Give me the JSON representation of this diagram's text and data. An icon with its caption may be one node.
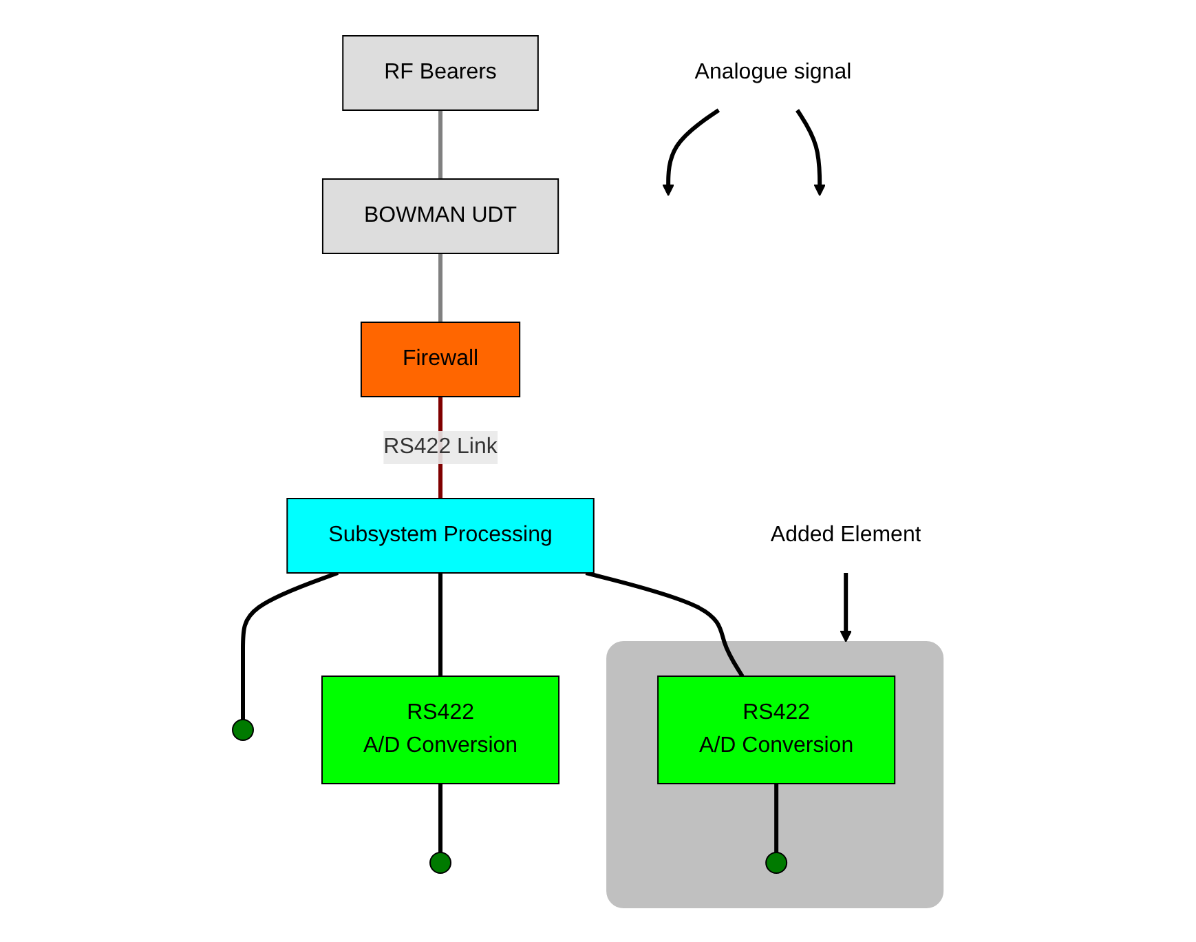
{
  "diagram": {
    "nodes": [
      {
        "text": [
          "RF Bearers"
        ]
      },
      {
        "text": [
          "BOWMAN UDT"
        ]
      },
      {
        "text": [
          "Firewall"
        ]
      },
      {
        "text": [
          "Subsystem Processing"
        ]
      },
      {
        "text": [],
        "shape": "circle"
      },
      {
        "text": [
          "RS422",
          "A/D Conversion"
        ]
      },
      {
        "text": [],
        "shape": "circle"
      },
      {
        "text": [],
        "shape": "box"
      },
      {
        "text": [
          "RS422",
          "A/D Conversion"
        ],
        "in": 7
      },
      {
        "text": [],
        "shape": "circle",
        "in": 7
      },
      {
        "text": [
          "Analogue signal"
        ]
      },
      {
        "text": [
          "Added Element"
        ]
      }
    ],
    "edges": [
      {
        "from": 0,
        "to": 1,
        "arrow": "none",
        "color": "#808080"
      },
      {
        "from": 1,
        "to": 2,
        "arrow": "none",
        "color": "#808080"
      },
      {
        "from": 2,
        "to": 3,
        "arrow": "none",
        "label": "RS422 Link",
        "color": "#800000"
      },
      {
        "from": 3,
        "to": 4,
        "arrow": "none"
      },
      {
        "from": 3,
        "to": 5,
        "arrow": "none"
      },
      {
        "from": 5,
        "to": 6,
        "arrow": "none"
      },
      {
        "from": 3,
        "to": 8,
        "arrow": "none"
      },
      {
        "from": 8,
        "to": 9,
        "arrow": "none"
      },
      {
        "from": 10,
        "to": null,
        "arrow": "to"
      },
      {
        "from": 10,
        "to": null,
        "arrow": "to"
      },
      {
        "from": 11,
        "to": 7,
        "arrow": "to"
      }
    ]
  }
}
